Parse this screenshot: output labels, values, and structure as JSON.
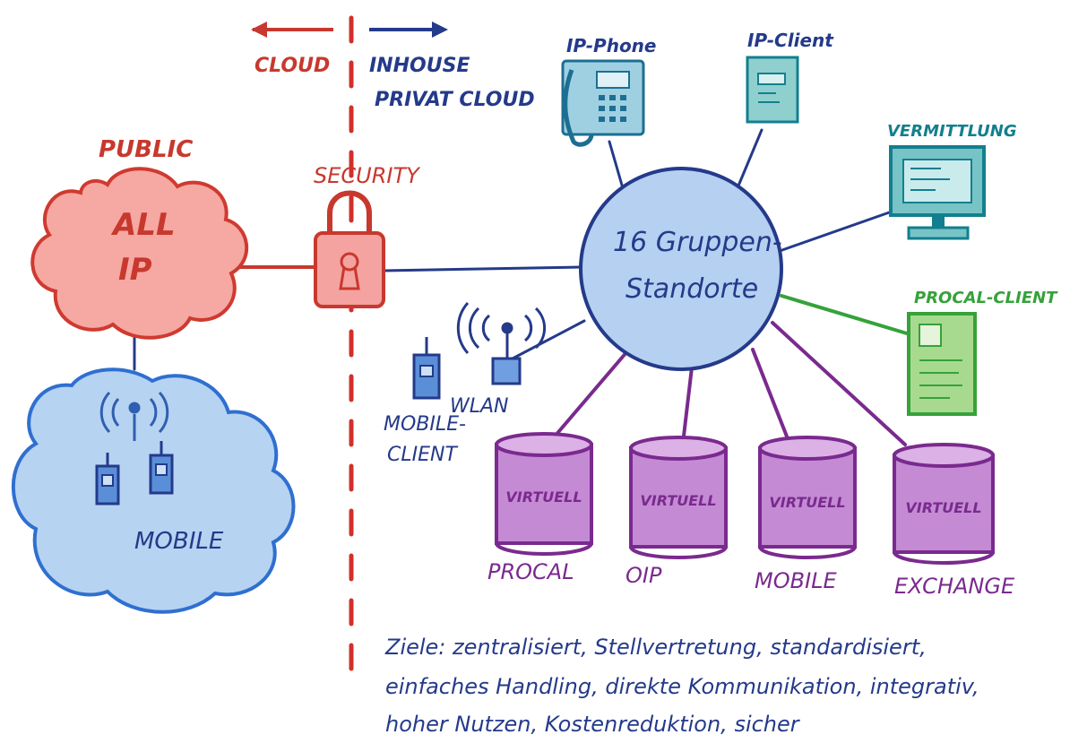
{
  "colors": {
    "red": "#c8382e",
    "navy": "#243a8a",
    "teal": "#137f8e",
    "green": "#35a23a",
    "purple": "#7a2a8e",
    "light_blue": "#a9cbef",
    "pink": "#f4a3a0"
  },
  "header": {
    "left_label": "CLOUD",
    "right_label_line1": "INHOUSE",
    "right_label_line2": "PRIVAT CLOUD"
  },
  "public_cloud": {
    "title": "PUBLIC",
    "line1": "ALL",
    "line2": "IP"
  },
  "mobile_cloud": {
    "label": "MOBILE"
  },
  "security": {
    "label": "SECURITY"
  },
  "hub": {
    "line1": "16 Gruppen-",
    "line2": "Standorte"
  },
  "devices": {
    "ip_phone": "IP-Phone",
    "ip_client": "IP-Client",
    "vermittlung": "VERMITTLUNG",
    "procal_client": "PROCAL-CLIENT",
    "wlan": "WLAN",
    "mobile_client_line1": "MOBILE-",
    "mobile_client_line2": "CLIENT"
  },
  "servers": [
    {
      "tag": "VIRTUELL",
      "name": "PROCAL"
    },
    {
      "tag": "VIRTUELL",
      "name": "OIP"
    },
    {
      "tag": "VIRTUELL",
      "name": "MOBILE"
    },
    {
      "tag": "VIRTUELL",
      "name": "EXCHANGE"
    }
  ],
  "goals": {
    "line1": "Ziele: zentralisiert, Stellvertretung, standardisiert,",
    "line2": "einfaches Handling, direkte Kommunikation, integrativ,",
    "line3": "hoher Nutzen, Kostenreduktion, sicher"
  }
}
